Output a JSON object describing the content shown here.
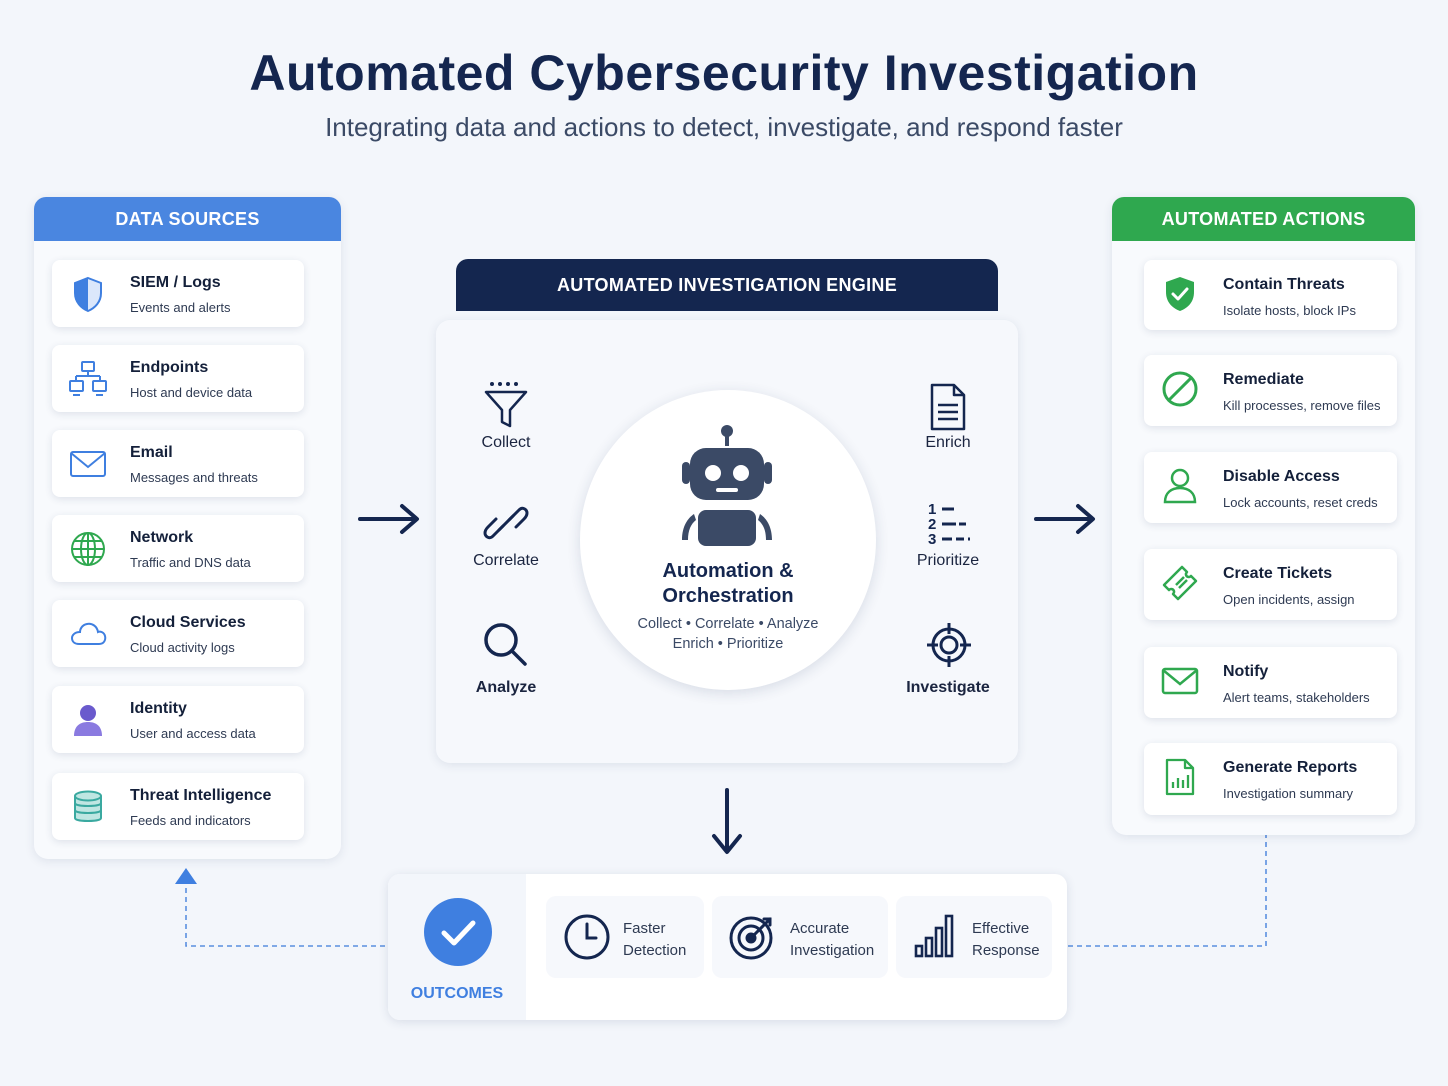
{
  "title": "Automated Cybersecurity Investigation",
  "subtitle": "Integrating data and actions to detect, investigate, and respond faster",
  "data_sources": {
    "header": "DATA SOURCES",
    "items": [
      {
        "title": "SIEM / Logs",
        "subtitle": "Events and alerts",
        "icon": "shield-icon"
      },
      {
        "title": "Endpoints",
        "subtitle": "Host and device data",
        "icon": "network-devices-icon"
      },
      {
        "title": "Email",
        "subtitle": "Messages and threats",
        "icon": "envelope-icon"
      },
      {
        "title": "Network",
        "subtitle": "Traffic and DNS data",
        "icon": "globe-icon"
      },
      {
        "title": "Cloud Services",
        "subtitle": "Cloud activity logs",
        "icon": "cloud-icon"
      },
      {
        "title": "Identity",
        "subtitle": "User and access data",
        "icon": "user-icon"
      },
      {
        "title": "Threat Intelligence",
        "subtitle": "Feeds and indicators",
        "icon": "database-icon"
      }
    ]
  },
  "engine": {
    "header": "AUTOMATED INVESTIGATION ENGINE",
    "center_title_line1": "Automation &",
    "center_title_line2": "Orchestration",
    "center_sub_line1": "Collect • Correlate • Analyze",
    "center_sub_line2": "Enrich • Prioritize",
    "steps": {
      "collect": "Collect",
      "correlate": "Correlate",
      "analyze": "Analyze",
      "enrich": "Enrich",
      "prioritize": "Prioritize",
      "investigate": "Investigate"
    }
  },
  "actions": {
    "header": "AUTOMATED ACTIONS",
    "items": [
      {
        "title": "Contain Threats",
        "subtitle": "Isolate hosts, block IPs",
        "icon": "shield-check-icon"
      },
      {
        "title": "Remediate",
        "subtitle": "Kill processes, remove files",
        "icon": "prohibit-icon"
      },
      {
        "title": "Disable Access",
        "subtitle": "Lock accounts, reset creds",
        "icon": "user-outline-icon"
      },
      {
        "title": "Create Tickets",
        "subtitle": "Open incidents, assign",
        "icon": "ticket-icon"
      },
      {
        "title": "Notify",
        "subtitle": "Alert teams, stakeholders",
        "icon": "envelope-icon"
      },
      {
        "title": "Generate Reports",
        "subtitle": "Investigation summary",
        "icon": "report-icon"
      }
    ]
  },
  "outcomes": {
    "label": "OUTCOMES",
    "items": [
      {
        "line1": "Faster",
        "line2": "Detection",
        "icon": "clock-icon"
      },
      {
        "line1": "Accurate",
        "line2": "Investigation",
        "icon": "target-icon"
      },
      {
        "line1": "Effective",
        "line2": "Response",
        "icon": "bar-chart-icon"
      }
    ]
  },
  "colors": {
    "navy": "#14264f",
    "blue": "#3f7fe0",
    "green": "#2fa84f",
    "purple": "#6a5acd",
    "teal": "#3aa9a0"
  }
}
